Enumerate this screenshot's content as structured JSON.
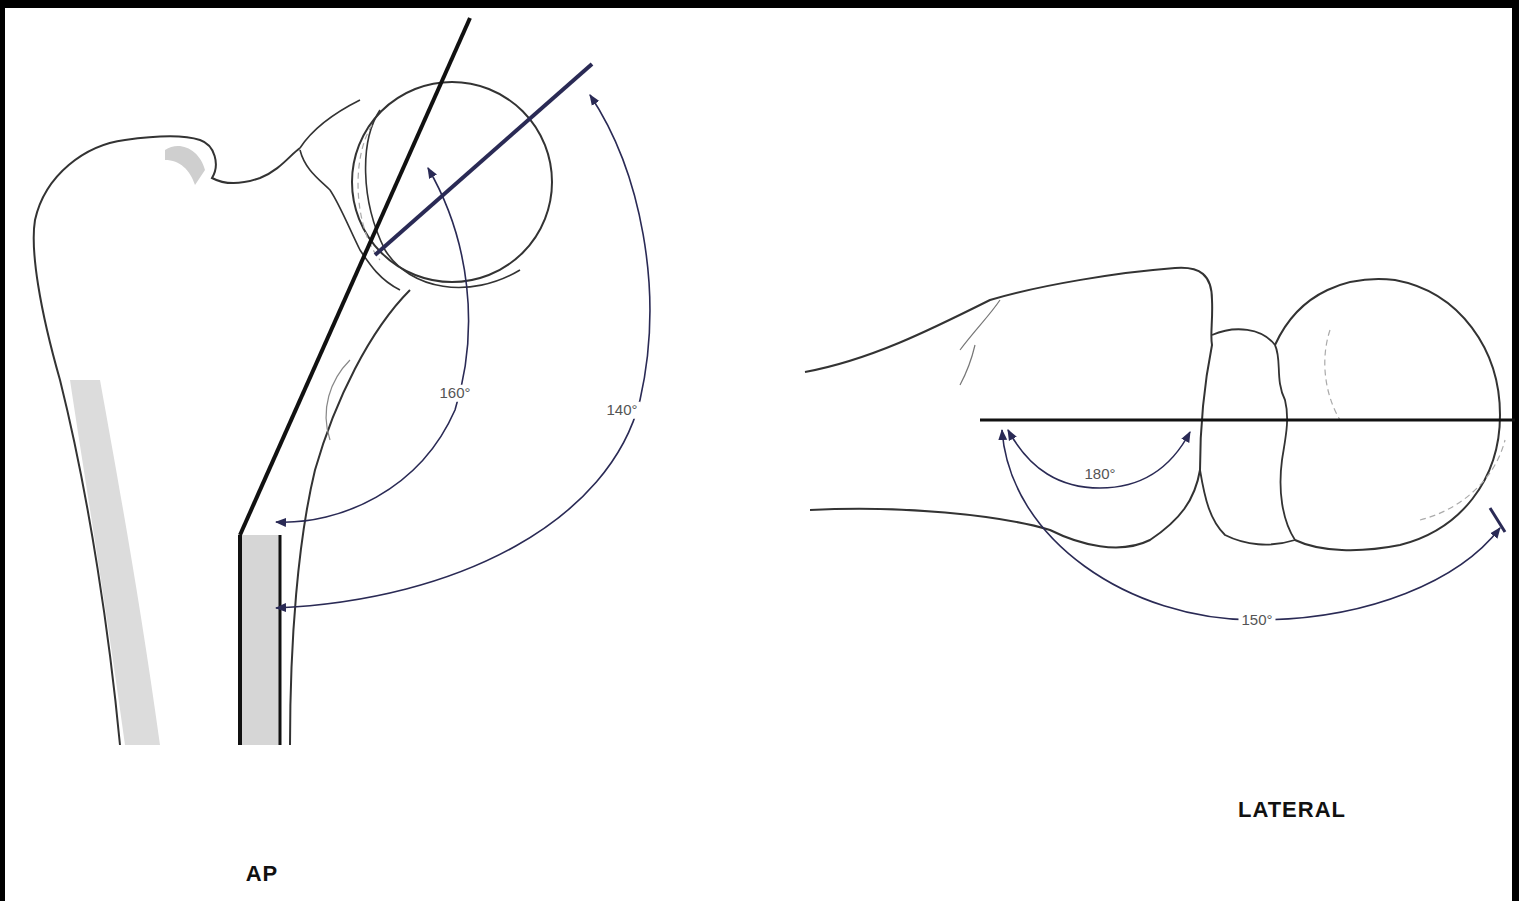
{
  "diagram": {
    "labels": [
      "160°",
      "140°",
      "180°",
      "150°",
      "AP",
      "LATERAL"
    ]
  }
}
